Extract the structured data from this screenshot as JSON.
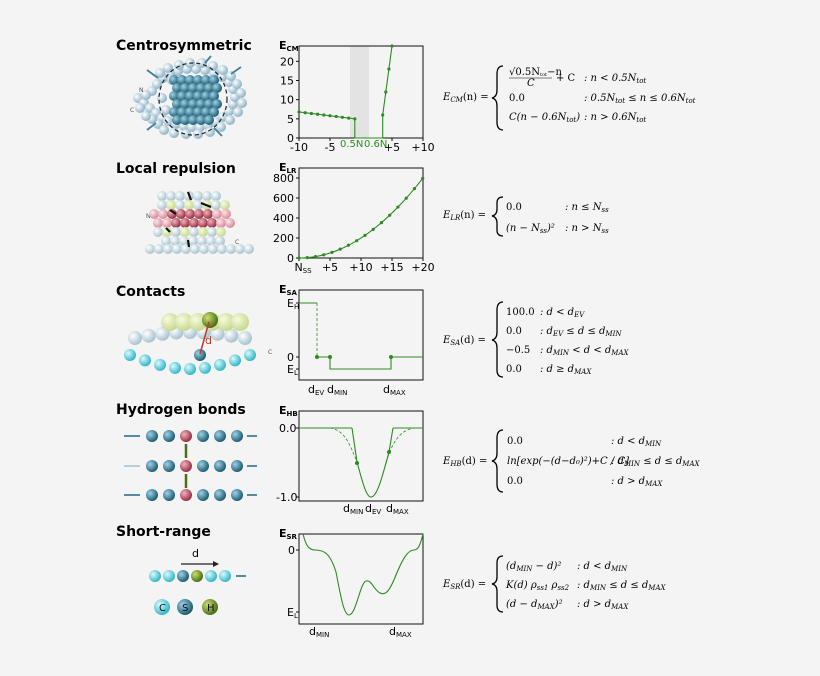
{
  "panels": [
    {
      "title": "Centrosymmetric",
      "ylabel": "E",
      "ylabel_sub": "CM",
      "yticks": [
        "20",
        "15",
        "10",
        "5",
        "0"
      ],
      "xticks": [
        "-10",
        "-5",
        "0",
        "+5",
        "+10"
      ],
      "xmarks": [
        "0.5N",
        "0.6N"
      ],
      "bead_labels": [
        "N",
        "C"
      ],
      "equation": {
        "lhs": "E",
        "lhs_sub": "CM",
        "lhs_arg": "(n) =",
        "cases": [
          {
            "expr_num": "√0.5N",
            "expr_num_sub": "tot",
            "expr_num_rest": "−n",
            "expr_den": "C",
            "expr_rest": "+ C",
            "cond": ": n < 0.5N",
            "cond_sub": "tot"
          },
          {
            "expr": "0.0",
            "cond": ": 0.5N",
            "cond_sub": "tot",
            "cond_rest": " ≤ n ≤ 0.6N",
            "cond_sub2": "tot"
          },
          {
            "expr": "C(n − 0.6N",
            "expr_sub": "tot",
            "expr_rest": ")",
            "cond": ": n > 0.6N",
            "cond_sub": "tot"
          }
        ]
      }
    },
    {
      "title": "Local repulsion",
      "ylabel": "E",
      "ylabel_sub": "LR",
      "yticks": [
        "800",
        "600",
        "400",
        "200",
        "0"
      ],
      "xticks": [
        "N",
        "+5",
        "+10",
        "+15",
        "+20"
      ],
      "x0_sub": "SS",
      "bead_labels": [
        "N",
        "C"
      ],
      "equation": {
        "lhs": "E",
        "lhs_sub": "LR",
        "lhs_arg": "(n) =",
        "cases": [
          {
            "expr": "0.0",
            "cond": ": n ≤ N",
            "cond_sub": "ss"
          },
          {
            "expr": "(n − N",
            "expr_sub": "ss",
            "expr_rest": ")²",
            "cond": ": n > N",
            "cond_sub": "ss"
          }
        ]
      }
    },
    {
      "title": "Contacts",
      "ylabel": "E",
      "ylabel_sub": "SA",
      "yticks": [
        "E",
        "0",
        "E"
      ],
      "ytick_subs": [
        "H",
        "",
        "L"
      ],
      "xticks": [
        "d",
        "d",
        "d"
      ],
      "xtick_subs": [
        "EV",
        "MIN",
        "MAX"
      ],
      "bead_labels": [
        "d",
        "C"
      ],
      "equation": {
        "lhs": "E",
        "lhs_sub": "SA",
        "lhs_arg": "(d) =",
        "cases": [
          {
            "expr": "100.0",
            "cond": ": d < d",
            "cond_sub": "EV"
          },
          {
            "expr": "0.0",
            "cond": ": d",
            "cond_sub": "EV",
            "cond_rest": " ≤ d ≤ d",
            "cond_sub2": "MIN"
          },
          {
            "expr": "−0.5",
            "cond": ": d",
            "cond_sub": "MIN",
            "cond_rest": " < d < d",
            "cond_sub2": "MAX"
          },
          {
            "expr": "0.0",
            "cond": ": d ≥ d",
            "cond_sub": "MAX"
          }
        ]
      }
    },
    {
      "title": "Hydrogen bonds",
      "ylabel": "E",
      "ylabel_sub": "HB",
      "yticks": [
        "0.0",
        "-1.0"
      ],
      "xticks": [
        "d",
        "d",
        "d"
      ],
      "xtick_subs": [
        "MIN",
        "EV",
        "MAX"
      ],
      "equation": {
        "lhs": "E",
        "lhs_sub": "HB",
        "lhs_arg": "(d) =",
        "cases": [
          {
            "expr": "0.0",
            "cond": ": d < d",
            "cond_sub": "MIN"
          },
          {
            "expr": "ln[exp(−(d−d₀)²)+C / C]",
            "cond": ": d",
            "cond_sub": "MIN",
            "cond_rest": " ≤ d ≤ d",
            "cond_sub2": "MAX"
          },
          {
            "expr": "0.0",
            "cond": ": d > d",
            "cond_sub": "MAX"
          }
        ]
      }
    },
    {
      "title": "Short-range",
      "ylabel": "E",
      "ylabel_sub": "SR",
      "yticks": [
        "0",
        "E"
      ],
      "ytick_subs": [
        "",
        "L"
      ],
      "xticks": [
        "d",
        "d"
      ],
      "xtick_subs": [
        "MIN",
        "MAX"
      ],
      "bead_labels": [
        "d",
        "C",
        "S",
        "H"
      ],
      "equation": {
        "lhs": "E",
        "lhs_sub": "SR",
        "lhs_arg": "(d) =",
        "cases": [
          {
            "expr": "(d",
            "expr_sub": "MIN",
            "expr_rest": " − d)²",
            "cond": ": d < d",
            "cond_sub": "MIN"
          },
          {
            "expr": "K(d) ρ",
            "expr_sub": "ss1",
            "expr_rest": " ρ",
            "expr_sub2": "ss2",
            "cond": ": d",
            "cond_sub": "MIN",
            "cond_rest": " ≤ d ≤ d",
            "cond_sub2": "MAX"
          },
          {
            "expr": "(d − d",
            "expr_sub": "MAX",
            "expr_rest": ")²",
            "cond": ": d > d",
            "cond_sub": "MAX"
          }
        ]
      }
    }
  ],
  "colors": {
    "line": "#2e8b22",
    "bead_blue": "#2f6f86",
    "bead_light": "#b8d3e0",
    "bead_red": "#b2485a",
    "bead_green": "#a9c44c",
    "bead_cyan": "#5fd0dd",
    "shade": "#e3e3e3"
  }
}
